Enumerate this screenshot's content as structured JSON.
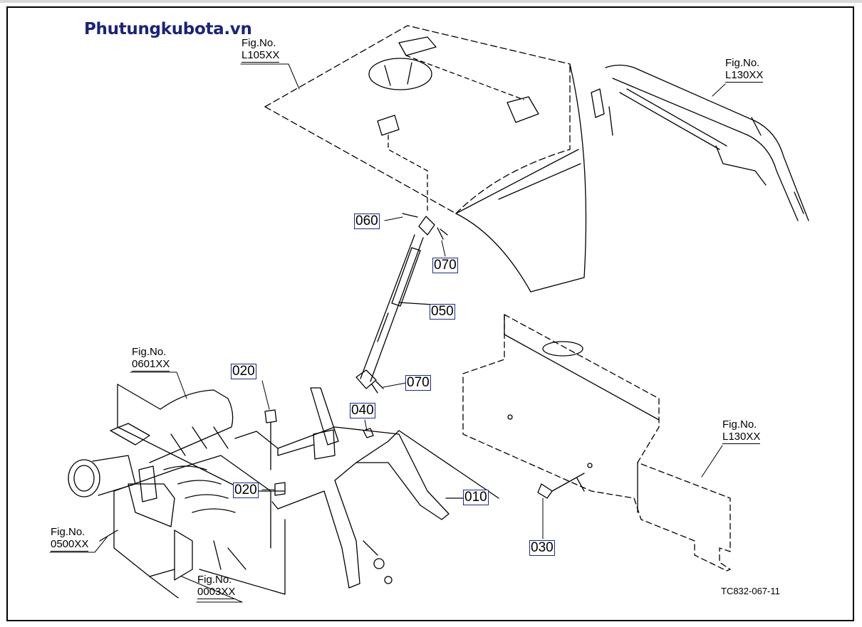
{
  "watermark": "Phutungkubota.vn",
  "figure_refs": {
    "top_cover": {
      "line1": "Fig.No.",
      "line2": "L105XX"
    },
    "top_right_frame": {
      "line1": "Fig.No.",
      "line2": "L130XX"
    },
    "right_panel": {
      "line1": "Fig.No.",
      "line2": "L130XX"
    },
    "manifold": {
      "line1": "Fig.No.",
      "line2": "0601XX"
    },
    "left_engine": {
      "line1": "Fig.No.",
      "line2": "0500XX"
    },
    "engine_bottom": {
      "line1": "Fig.No.",
      "line2": "0003XX"
    }
  },
  "parts": {
    "p060": "060",
    "p070_top": "070",
    "p050": "050",
    "p070_bottom": "070",
    "p020_top": "020",
    "p040": "040",
    "p020_bottom": "020",
    "p010": "010",
    "p030": "030"
  },
  "drawing_code": "TC832-067-11"
}
